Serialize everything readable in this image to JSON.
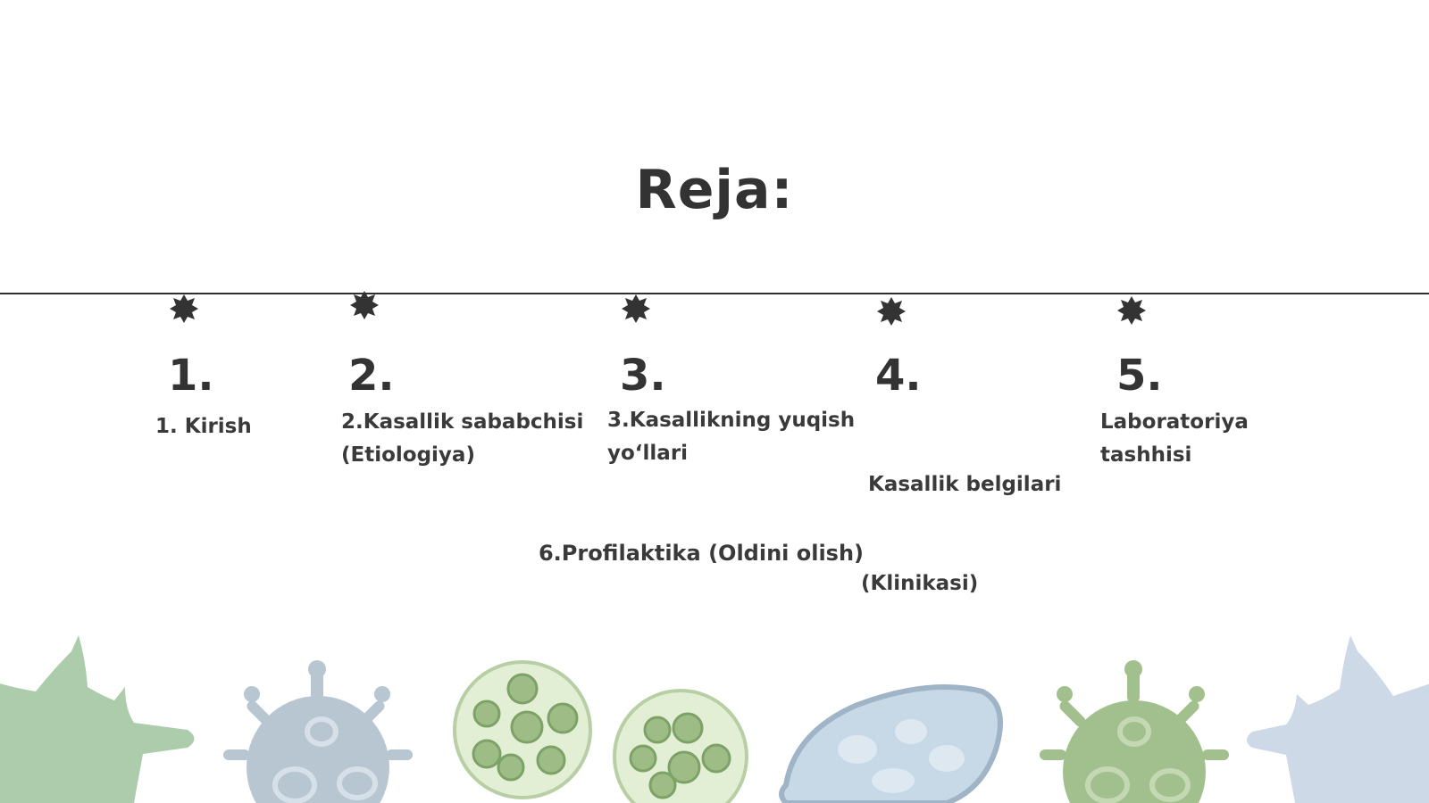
{
  "slide": {
    "title": "Reja:",
    "steps": [
      {
        "number": "1.",
        "label_lines": [
          "1. Kirish"
        ]
      },
      {
        "number": "2.",
        "label_lines": [
          "2.Kasallik sababchisi",
          "(Etiologiya)"
        ]
      },
      {
        "number": "3.",
        "label_lines": [
          "3.Kasallikning yuqish",
          "yo‘llari"
        ]
      },
      {
        "number": "4.",
        "label_lines": [
          " Kasallik belgilari",
          "(Klinikasi)"
        ]
      },
      {
        "number": "5.",
        "label_lines": [
          "Laboratoriya",
          "tashhisi"
        ]
      }
    ],
    "extra_item": "6.Profilaktika (Oldini olish)"
  },
  "colors": {
    "text": "#333333",
    "line": "#2f2f2f",
    "germ_green": "#a8c9a6",
    "germ_blue_grey": "#b8c6d2",
    "germ_cell": "#e3efd4",
    "germ_olive": "#9ebd86",
    "germ_light_blue": "#c7d8e6"
  },
  "icons": {
    "marker": "eight-point-star-icon"
  }
}
